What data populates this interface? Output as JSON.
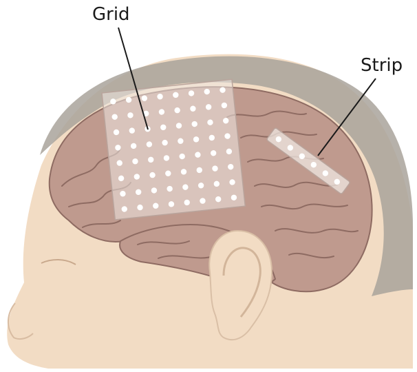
{
  "labels": {
    "grid": "Grid",
    "strip": "Strip"
  },
  "colors": {
    "background": "#ffffff",
    "skin": "#f2dcc4",
    "skull": "#a9a39b",
    "brain": "#bf9a8e",
    "brain_fold": "#8e6b62",
    "electrode_pad": "#efe7e2",
    "electrode_contact": "#ffffff",
    "leader_line": "#1a1a1a"
  },
  "electrodes": {
    "grid": {
      "rows": 8,
      "columns": 8
    },
    "strip": {
      "contacts": 6
    }
  }
}
